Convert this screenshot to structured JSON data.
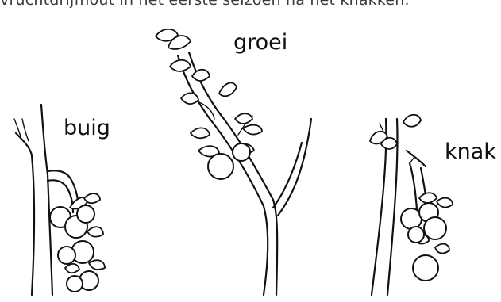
{
  "caption": "vruchtdrijfhout in het eerste seizoen na het knakken.",
  "labels": {
    "buig": "buig",
    "groei": "groei",
    "knak": "knak"
  }
}
